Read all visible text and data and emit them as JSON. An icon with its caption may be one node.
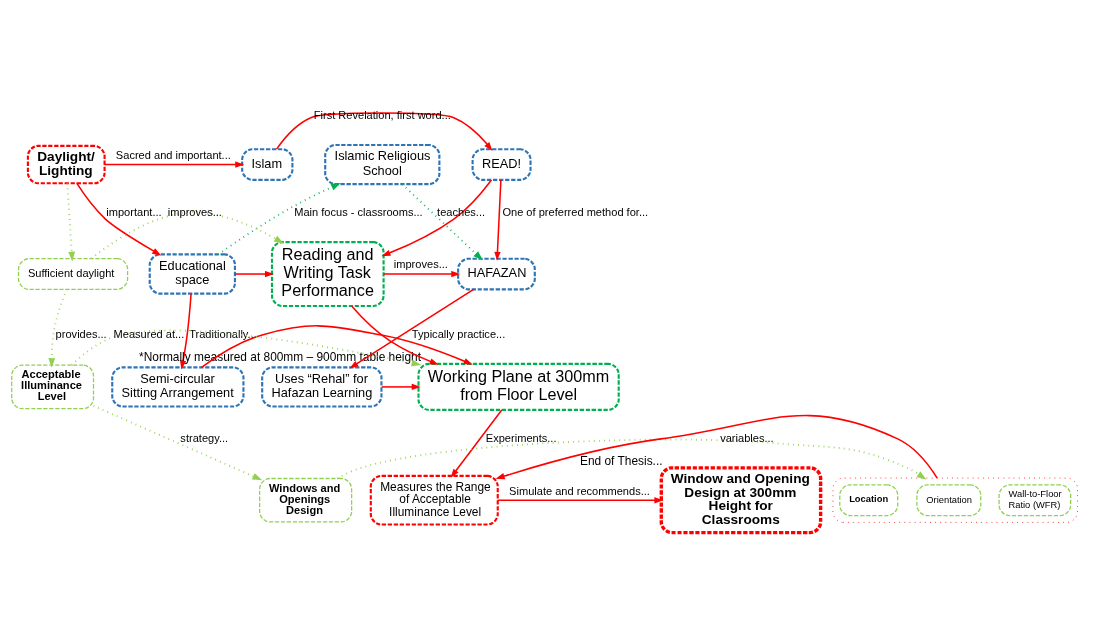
{
  "diagram": {
    "nodes": [
      {
        "text": [
          "Daylight/ Lighting"
        ]
      },
      {
        "text": [
          "Islam"
        ]
      },
      {
        "text": [
          "READ!"
        ]
      },
      {
        "text": [
          "Islamic Religious School"
        ]
      },
      {
        "text": [
          "Educational space"
        ]
      },
      {
        "text": [
          "Reading and Writing Task Performance"
        ]
      },
      {
        "text": [
          "HAFAZAN"
        ]
      },
      {
        "text": [
          "Sufficient daylight"
        ]
      },
      {
        "text": [
          "Semi-circular Sitting Arrangement"
        ]
      },
      {
        "text": [
          "Working Plane at 300mm from Floor Level"
        ],
        "beside": [
          "*Normally measured at 800mm – 900mm table height"
        ]
      },
      {
        "text": [
          "Uses “Rehal” for Hafazan Learning"
        ]
      },
      {
        "text": [
          "Acceptable Illuminance Level"
        ]
      },
      {
        "text": [
          "Windows and Openings Design"
        ]
      },
      {
        "text": [],
        "shape": "box"
      },
      {
        "text": [
          "Wall-to-Floor Ratio (WFR)"
        ],
        "in": 13
      },
      {
        "text": [
          "Orientation"
        ],
        "in": 13
      },
      {
        "text": [
          "Location"
        ],
        "in": 13
      },
      {
        "text": [
          "Measures the Range of Acceptable Illuminance Level"
        ]
      },
      {
        "text": [
          "Window and Opening Design at 300mm Height for Classrooms"
        ],
        "beside": [
          "End of Thesis..."
        ]
      }
    ],
    "edges": [
      {
        "from": 0,
        "to": 1,
        "arrow": "to",
        "label": "Sacred and important..."
      },
      {
        "from": 1,
        "to": 2,
        "arrow": "to",
        "label": "First Revelation, first word..."
      },
      {
        "from": 2,
        "to": 6,
        "arrow": "to",
        "label": "One of preferred method for..."
      },
      {
        "from": 2,
        "to": 5,
        "arrow": "to"
      },
      {
        "from": 4,
        "to": 3,
        "arrow": "to",
        "label": "Main focus - classrooms...",
        "style": "dashed",
        "color": "#00b050"
      },
      {
        "from": 3,
        "to": 6,
        "arrow": "to",
        "label": "teaches...",
        "style": "dashed",
        "color": "#00b050"
      },
      {
        "from": 0,
        "to": 4,
        "arrow": "to",
        "label": "important..."
      },
      {
        "from": 4,
        "to": 5,
        "arrow": "to"
      },
      {
        "from": 5,
        "to": 6,
        "arrow": "to",
        "label": "improves..."
      },
      {
        "from": 0,
        "to": 7,
        "arrow": "to",
        "style": "dashed",
        "color": "#92d050"
      },
      {
        "from": 7,
        "to": 5,
        "arrow": "to",
        "label": "improves...",
        "style": "dashed",
        "color": "#92d050"
      },
      {
        "from": 4,
        "to": 8,
        "arrow": "to",
        "label": "Traditionally..."
      },
      {
        "from": 5,
        "to": 9,
        "arrow": "to"
      },
      {
        "from": 6,
        "to": 10,
        "arrow": "to",
        "label": "Typically practice..."
      },
      {
        "from": 8,
        "to": 9,
        "arrow": "to"
      },
      {
        "from": 10,
        "to": 9,
        "arrow": "to"
      },
      {
        "from": 7,
        "to": 11,
        "arrow": "to",
        "label": "provides...",
        "style": "dashed",
        "color": "#92d050"
      },
      {
        "from": 11,
        "to": 9,
        "arrow": "to",
        "label": "Measured at...",
        "style": "dashed",
        "color": "#92d050"
      },
      {
        "from": 11,
        "to": 12,
        "arrow": "to",
        "label": "strategy...",
        "style": "dashed",
        "color": "#92d050"
      },
      {
        "from": 12,
        "to": 13,
        "arrow": "to",
        "label": "variables...",
        "style": "dashed",
        "color": "#92d050"
      },
      {
        "from": 13,
        "to": 17,
        "arrow": "to"
      },
      {
        "from": 9,
        "to": 17,
        "arrow": "to",
        "label": "Experiments..."
      },
      {
        "from": 17,
        "to": 18,
        "arrow": "to",
        "label": "Simulate and recommends..."
      }
    ]
  }
}
